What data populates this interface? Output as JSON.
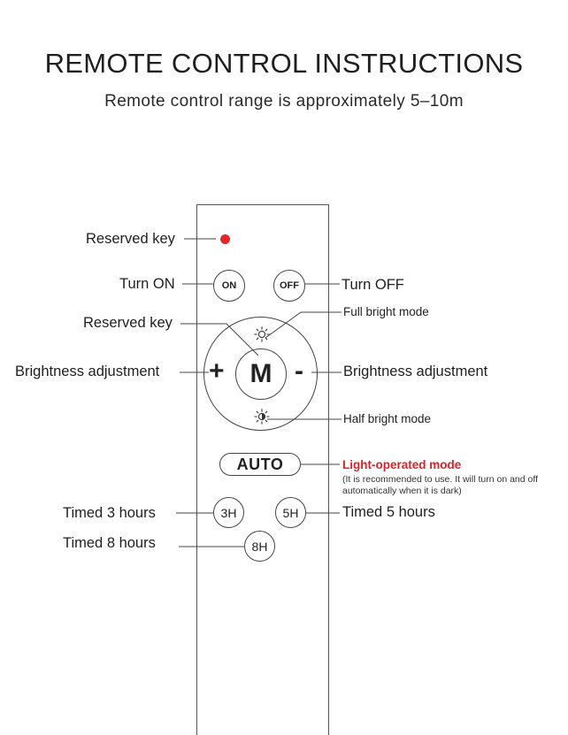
{
  "header": {
    "title": "REMOTE CONTROL INSTRUCTIONS",
    "subtitle": "Remote control range is approximately 5–10m"
  },
  "remote": {
    "led_color": "#e8262a",
    "buttons": {
      "on": "ON",
      "off": "OFF",
      "mode": "M",
      "plus": "+",
      "minus": "-",
      "auto": "AUTO",
      "timer_3h": "3H",
      "timer_5h": "5H",
      "timer_8h": "8H"
    },
    "icons": {
      "full_bright": "sun-outline-icon",
      "half_bright": "sun-half-icon"
    }
  },
  "labels": {
    "reserved_key_top": "Reserved key",
    "turn_on": "Turn ON",
    "turn_off": "Turn OFF",
    "reserved_key_mode": "Reserved key",
    "full_bright_mode": "Full bright mode",
    "brightness_left": "Brightness adjustment",
    "brightness_right": "Brightness adjustment",
    "half_bright_mode": "Half bright mode",
    "light_operated_mode": "Light-operated mode",
    "light_operated_note": "(It is recommended to use. It will turn on and off automatically when it is dark)",
    "timed_3": "Timed 3 hours",
    "timed_5": "Timed 5 hours",
    "timed_8": "Timed 8 hours"
  },
  "colors": {
    "accent_red": "#d8232a",
    "line": "#444444"
  }
}
